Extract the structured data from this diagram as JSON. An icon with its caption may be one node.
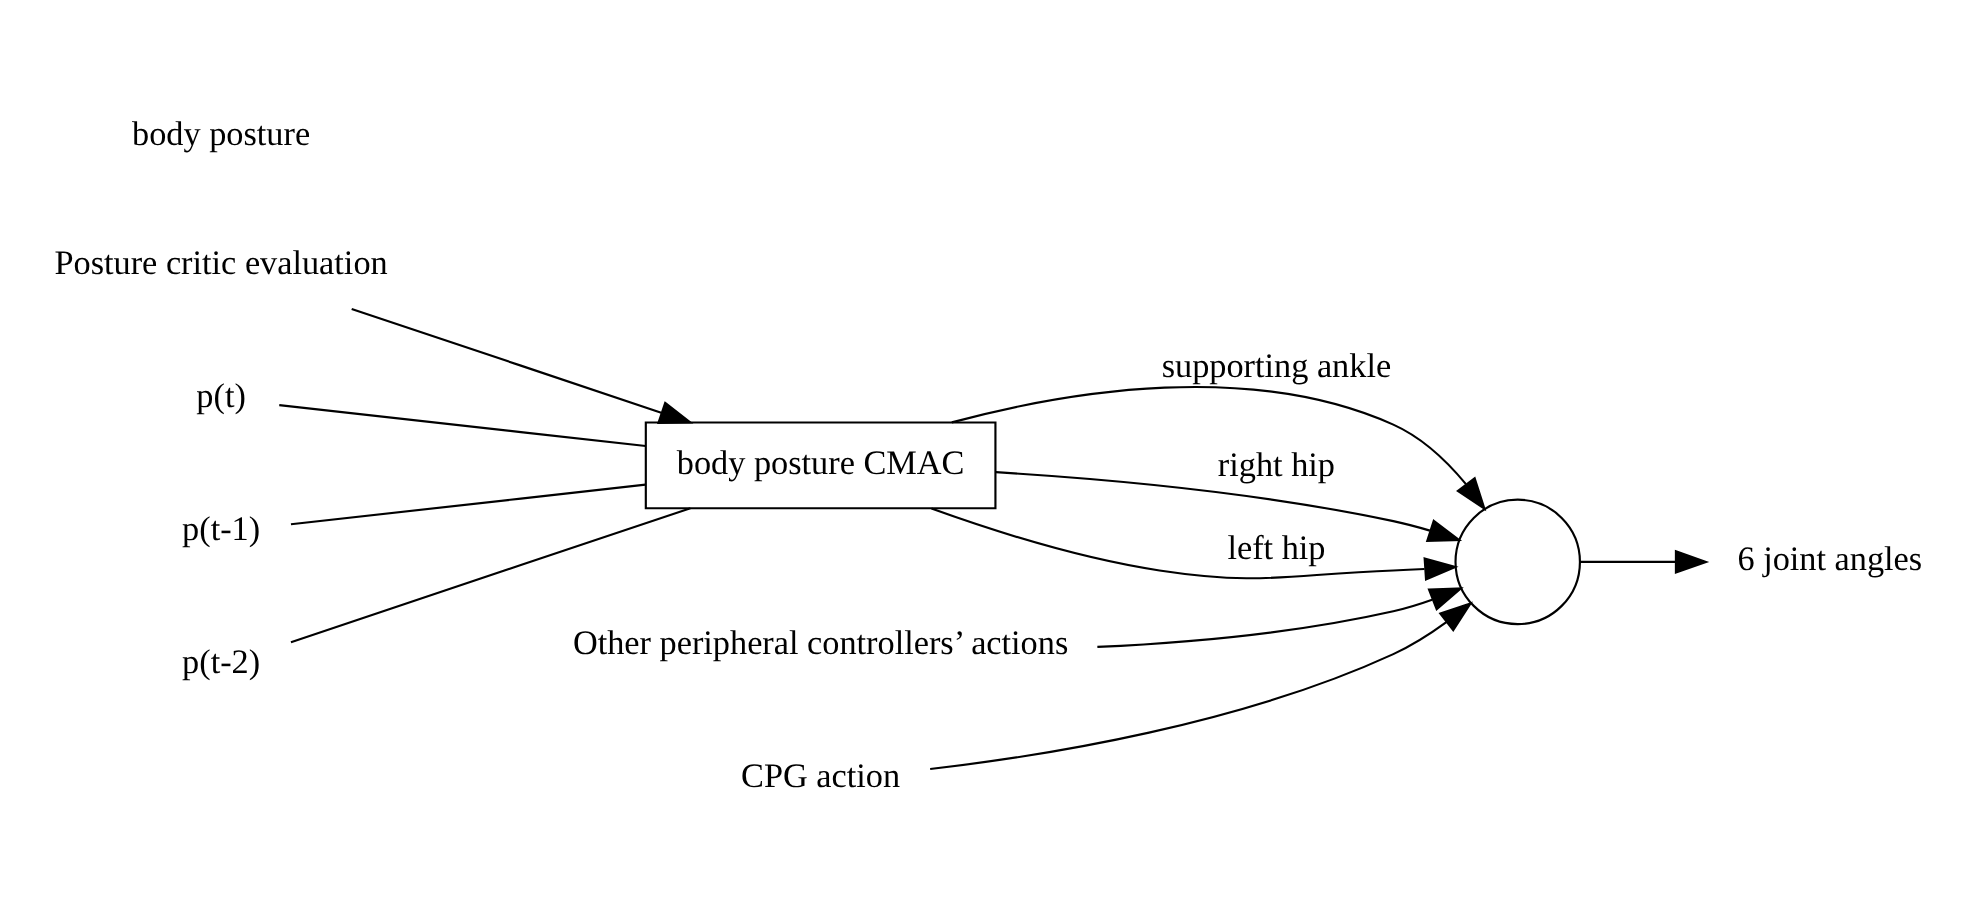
{
  "diagram": {
    "nodes": [
      {
        "text": [
          "Posture critic evaluation"
        ]
      },
      {
        "text": [
          "body posture CMAC"
        ]
      },
      {
        "text": [
          "p(t)"
        ]
      },
      {
        "text": [
          "p(t-1)"
        ]
      },
      {
        "text": [
          "p(t-2)"
        ]
      },
      {
        "text": [
          "Other peripheral controllers’ actions"
        ]
      },
      {
        "text": [],
        "shape": "circle"
      },
      {
        "text": [
          "CPG action"
        ]
      },
      {
        "text": [
          "6 joint angles"
        ]
      }
    ],
    "edges": [
      {
        "from": 0,
        "to": 1,
        "arrow": "to"
      },
      {
        "from": 2,
        "to": 1,
        "arrow": "none"
      },
      {
        "from": 3,
        "to": 1,
        "arrow": "none"
      },
      {
        "from": 4,
        "to": 1,
        "arrow": "none"
      },
      {
        "from": 1,
        "to": 6,
        "arrow": "to",
        "label": "supporting ankle"
      },
      {
        "from": 1,
        "to": 6,
        "arrow": "to",
        "label": "right hip"
      },
      {
        "from": 1,
        "to": 6,
        "arrow": "to",
        "label": "left hip"
      },
      {
        "from": 5,
        "to": 6,
        "arrow": "to"
      },
      {
        "from": 7,
        "to": 6,
        "arrow": "to"
      },
      {
        "from": 6,
        "to": 8,
        "arrow": "to"
      }
    ],
    "labels": [
      "body posture"
    ]
  }
}
